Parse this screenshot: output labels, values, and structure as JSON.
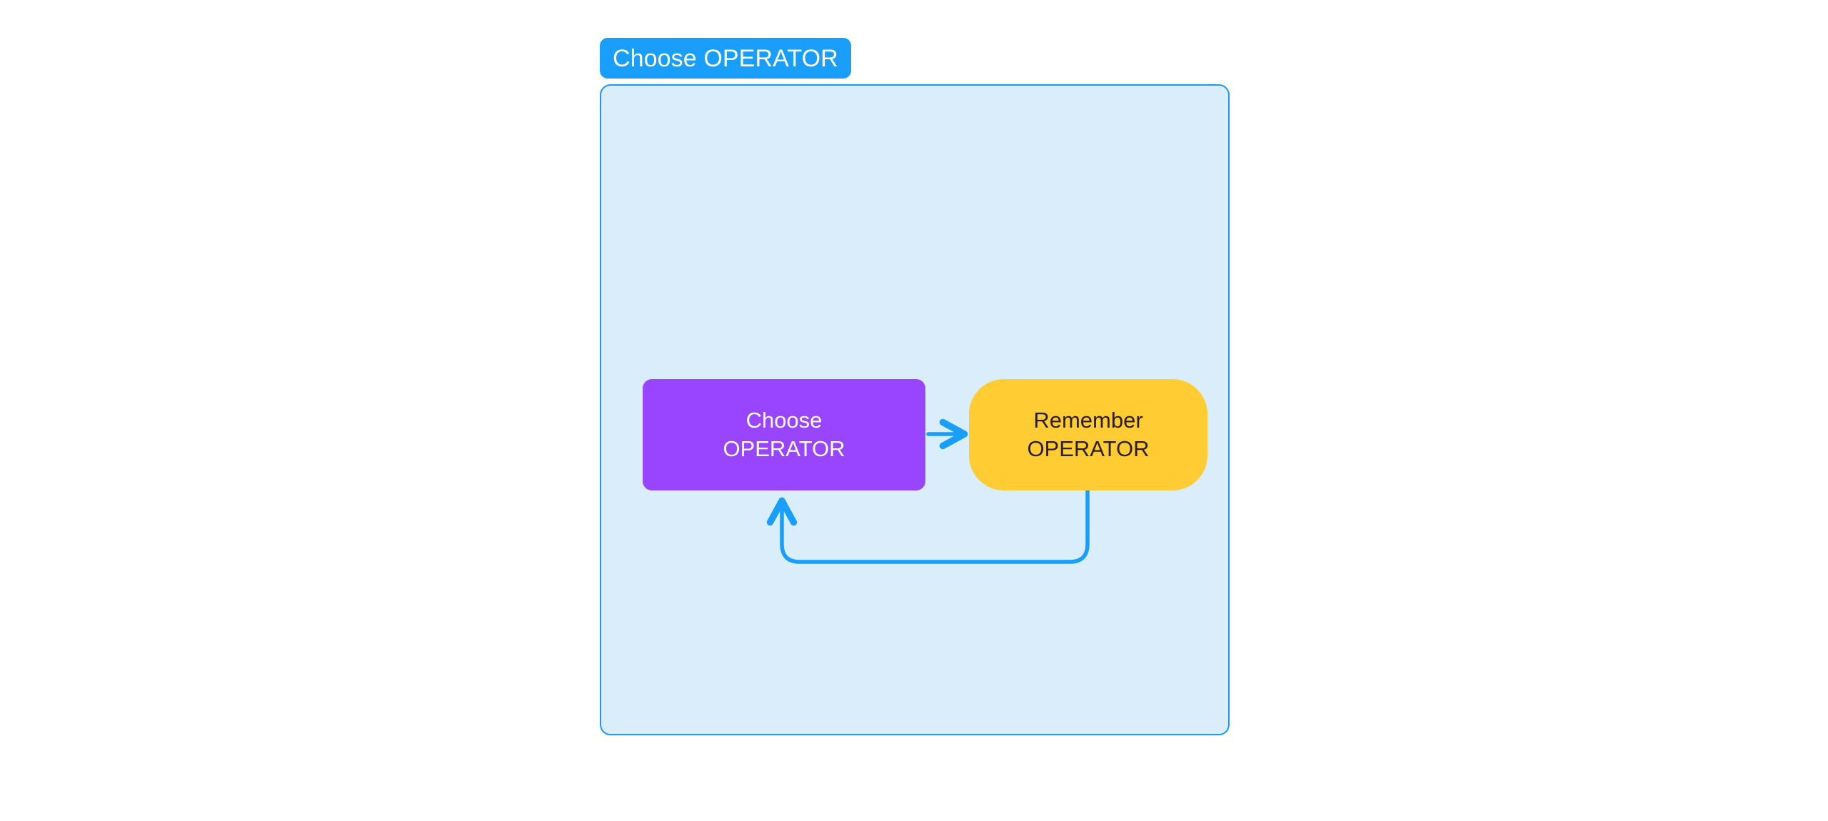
{
  "diagram": {
    "group": {
      "tab_label": "Choose OPERATOR",
      "tab_color": "#199EFB",
      "panel_background": "#D9EDFB",
      "panel_border_color": "#2196F3"
    },
    "nodes": [
      {
        "id": "choose-operator",
        "line1": "Choose",
        "line2": "OPERATOR",
        "fill": "#9945FF",
        "text_color": "#FFFFFF",
        "shape": "rounded-rectangle"
      },
      {
        "id": "remember-operator",
        "line1": "Remember",
        "line2": "OPERATOR",
        "fill": "#FFCC33",
        "text_color": "#2B2005",
        "shape": "pill"
      }
    ],
    "connectors": [
      {
        "id": "choose-to-remember",
        "from": "choose-operator",
        "to": "remember-operator",
        "style": "straight-arrow",
        "color": "#199EFB"
      },
      {
        "id": "remember-back-to-choose",
        "from": "remember-operator",
        "to": "choose-operator",
        "style": "loop-back-arrow",
        "color": "#199EFB"
      }
    ]
  }
}
